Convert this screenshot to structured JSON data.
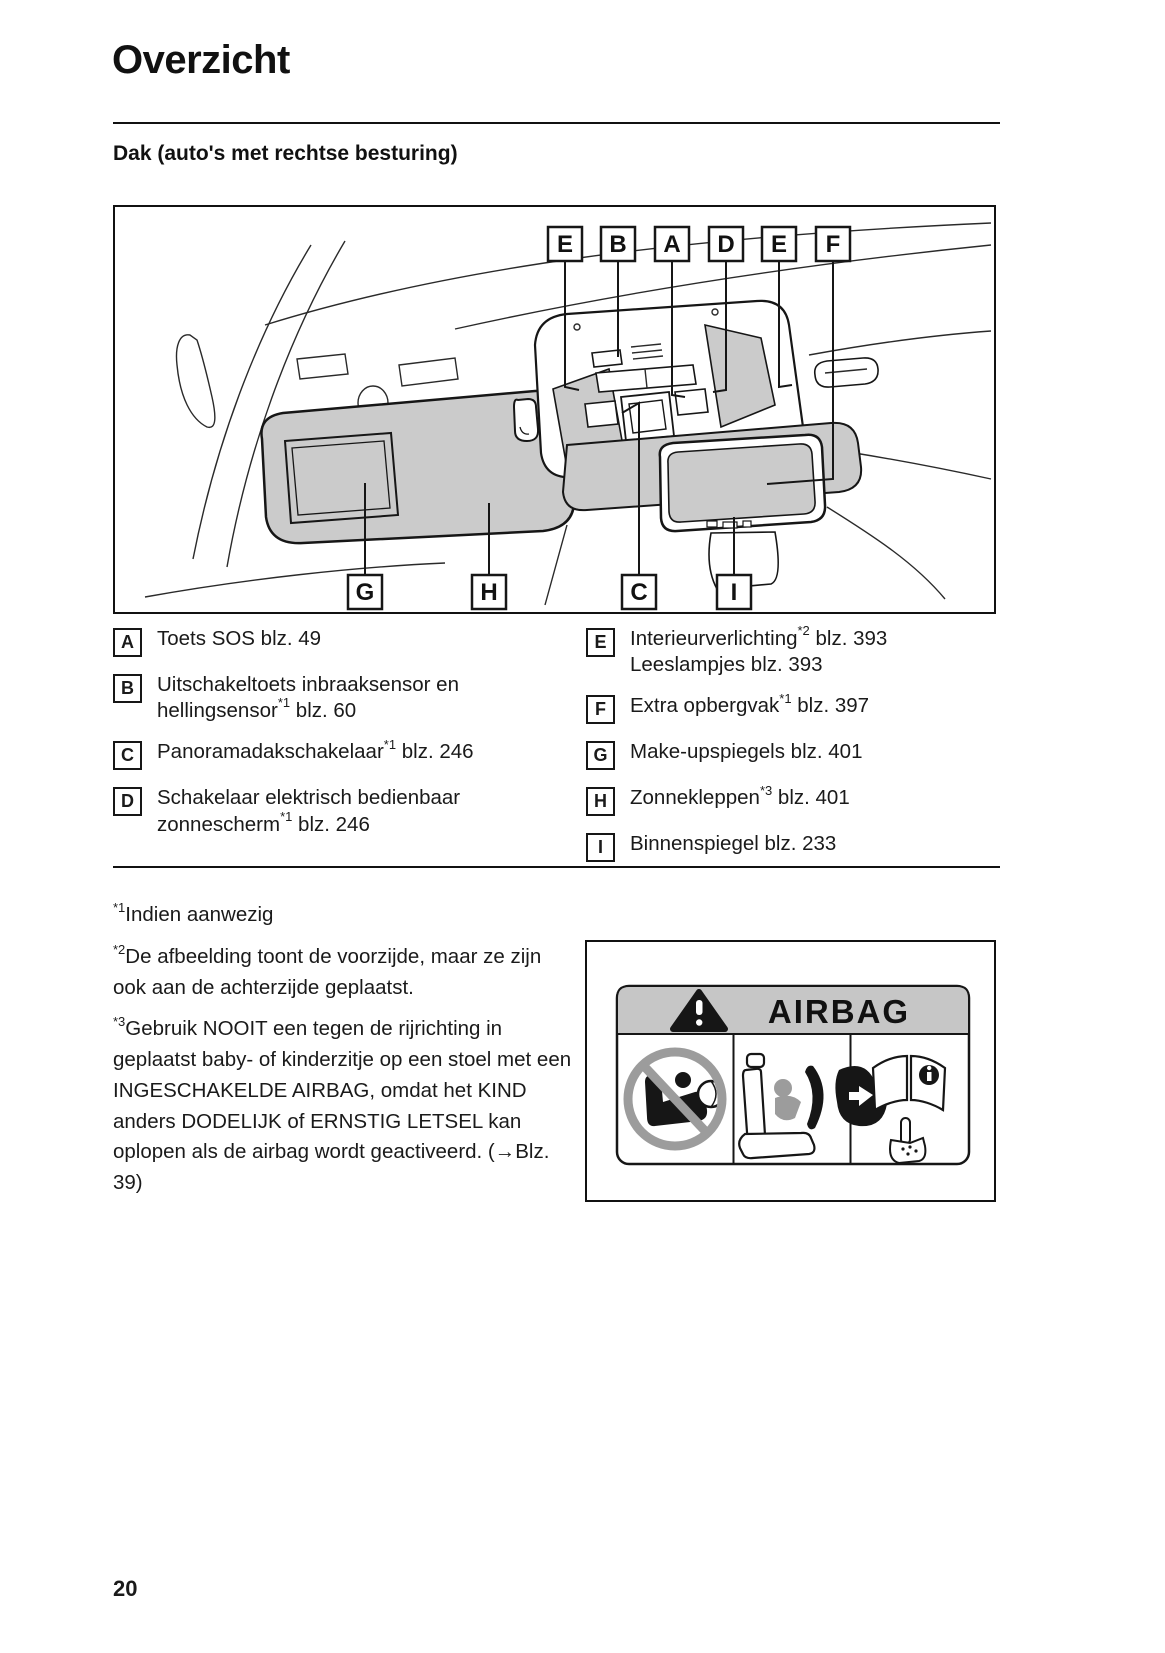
{
  "page": {
    "title": "Overzicht",
    "subtitle": "Dak (auto's met rechtse besturing)",
    "page_number": "20"
  },
  "diagram": {
    "top_callouts": [
      "E",
      "B",
      "A",
      "D",
      "E",
      "F"
    ],
    "bottom_callouts": [
      "G",
      "H",
      "C",
      "I"
    ]
  },
  "legend": {
    "left": [
      {
        "letter": "A",
        "pre": "Toets SOS blz. 49",
        "sup": "",
        "post": "",
        "line2": ""
      },
      {
        "letter": "B",
        "pre": "Uitschakeltoets inbraaksensor en hellingsensor",
        "sup": "*1",
        "post": " blz. 60",
        "line2": ""
      },
      {
        "letter": "C",
        "pre": "Panoramadakschakelaar",
        "sup": "*1",
        "post": " blz. 246",
        "line2": ""
      },
      {
        "letter": "D",
        "pre": "Schakelaar elektrisch bedienbaar zonnescherm",
        "sup": "*1",
        "post": " blz. 246",
        "line2": ""
      }
    ],
    "right": [
      {
        "letter": "E",
        "pre": "Interieurverlichting",
        "sup": "*2",
        "post": " blz. 393",
        "line2": "Leeslampjes blz. 393"
      },
      {
        "letter": "F",
        "pre": "Extra opbergvak",
        "sup": "*1",
        "post": " blz. 397",
        "line2": ""
      },
      {
        "letter": "G",
        "pre": "Make-upspiegels blz. 401",
        "sup": "",
        "post": "",
        "line2": ""
      },
      {
        "letter": "H",
        "pre": "Zonnekleppen",
        "sup": "*3",
        "post": " blz. 401",
        "line2": ""
      },
      {
        "letter": "I",
        "pre": "Binnenspiegel blz. 233",
        "sup": "",
        "post": "",
        "line2": ""
      }
    ]
  },
  "footnotes": [
    {
      "marker": "*1",
      "text": "Indien aanwezig"
    },
    {
      "marker": "*2",
      "text": "De afbeelding toont de voorzijde, maar ze zijn ook aan de achterzijde geplaatst."
    },
    {
      "marker": "*3",
      "text": "Gebruik NOOIT een tegen de rijrichting in geplaatst baby- of kinderzitje op een stoel met een INGESCHAKELDE AIRBAG, omdat het KIND anders DODELIJK of ERNSTIG LETSEL kan oplopen als de airbag wordt geactiveerd. (→Blz. 39)"
    }
  ],
  "warning_label": {
    "header": "AIRBAG"
  },
  "colors": {
    "ink": "#161616",
    "panel_gray": "#cbcbcb",
    "band_gray": "#c6c6c6",
    "prohibition_gray": "#9c9c9c"
  }
}
